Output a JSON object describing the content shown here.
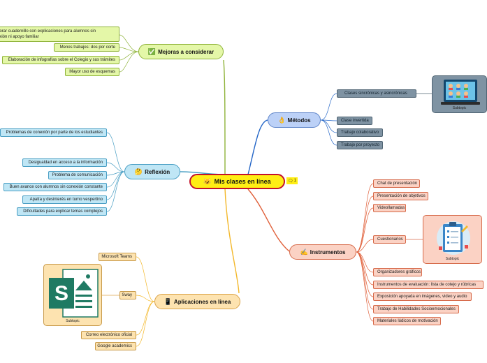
{
  "center": {
    "label": "Mis clases en línea",
    "icon": "😺",
    "comment_count": "1"
  },
  "mejoras": {
    "label": "Mejoras a considerar",
    "icon": "✅",
    "items": [
      "borar cuadernillo con explicaciones para alumnos sin\nexión ni apoyo familiar",
      "Menos trabajos: dos por corte",
      "Elaboración de infografías sobre el Colegio y sus trámites",
      "Mayor uso de esquemas"
    ]
  },
  "reflexion": {
    "label": "Reflexión",
    "icon": "🤔",
    "items": [
      "Problemas de conexión por parte de los estudiantes",
      "Desigualdad en acceso a la información",
      "Problema de comunicación",
      "Buen avance con alumnos sin conexión constante",
      "Apatía y desinterés en turno vespertino",
      "Dificultades para explicar temas complejos"
    ]
  },
  "aplicaciones": {
    "label": "Aplicaciones en línea",
    "icon": "📱",
    "items": [
      "Microsoft Teams",
      "Sway",
      "Correo electrónico oficial",
      "Google academics"
    ],
    "subtopic": "Subtopic"
  },
  "metodos": {
    "label": "Métodos",
    "icon": "👌",
    "items": [
      "Clases sincrónicas y asincrónicas",
      "Clase invertida",
      "Trabajo colaborativo",
      "Trabajo por proyecto"
    ],
    "subtopic": "Subtopic"
  },
  "instrumentos": {
    "label": "Instrumentos",
    "icon": "✍️",
    "items": [
      "Chat de presentación",
      "Presentación de objetivos",
      "Videollamadas",
      "Cuestionarios",
      "Organizadores gráficos",
      "Instrumentos de evaluación: lista de cotejo y rúbricas",
      "Exposición apoyada en imágenes, video y audio",
      "Trabajo de Habilidades Socioemocionales",
      "Materiales lúdicos de motivación"
    ],
    "subtopic": "Subtopic"
  }
}
